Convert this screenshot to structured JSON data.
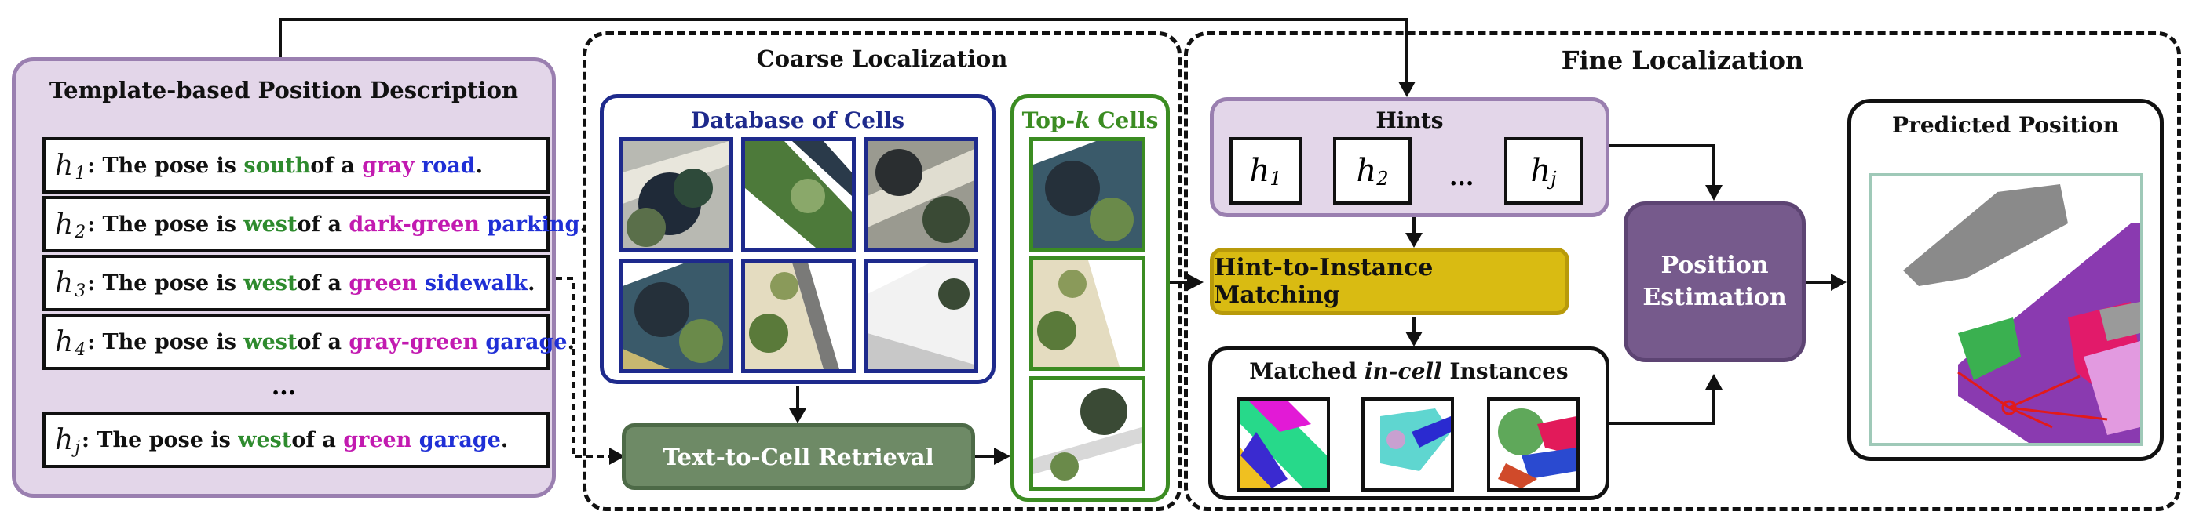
{
  "description": {
    "title": "Template-based Position Description",
    "rows": [
      {
        "var": "h",
        "sub": "1",
        "prefix": ": The pose is ",
        "direction": "south",
        "mid": " of a ",
        "color": "gray",
        "object": "road",
        "end": "."
      },
      {
        "var": "h",
        "sub": "2",
        "prefix": ": The pose is ",
        "direction": "west",
        "mid": " of a ",
        "color": "dark-green",
        "object": "parking",
        "end": "."
      },
      {
        "var": "h",
        "sub": "3",
        "prefix": ": The pose is ",
        "direction": "west",
        "mid": " of a ",
        "color": "green",
        "object": "sidewalk",
        "end": "."
      },
      {
        "var": "h",
        "sub": "4",
        "prefix": ": The pose is ",
        "direction": "west",
        "mid": " of a ",
        "color": "gray-green",
        "object": "garage",
        "end": "."
      },
      {
        "var": "h",
        "sub": "j",
        "prefix": ": The pose is ",
        "direction": "west",
        "mid": " of a ",
        "color": "green",
        "object": "garage",
        "end": "."
      }
    ],
    "ellipsis": "...",
    "colors": {
      "direction": "#2e8b2e",
      "color_word": "#c21ab0",
      "object": "#1f2fd6",
      "text": "#111111"
    }
  },
  "coarse": {
    "title": "Coarse Localization",
    "database_title": "Database of Cells",
    "topk_title_prefix": "Top-",
    "topk_title_k": "k",
    "topk_title_suffix": " Cells",
    "retrieval_label": "Text-to-Cell Retrieval"
  },
  "fine": {
    "title": "Fine Localization",
    "hints_title": "Hints",
    "hints": [
      {
        "var": "h",
        "sub": "1"
      },
      {
        "var": "h",
        "sub": "2"
      },
      {
        "var": "h",
        "sub": "j"
      }
    ],
    "hints_ellipsis": "...",
    "matching_label": "Hint-to-Instance Matching",
    "matched_title_prefix": "Matched ",
    "matched_title_em": "in-cell",
    "matched_title_suffix": " Instances",
    "pose_line1": "Position",
    "pose_line2": "Estimation",
    "predicted_title": "Predicted Position"
  },
  "colors": {
    "desc_fill": "#e3d6e9",
    "desc_border": "#9a7fb0",
    "database_border": "#1e2a8c",
    "topk_border": "#3b8c22",
    "retrieval_fill": "#6e8a66",
    "matching_fill": "#d9bb12",
    "pose_fill": "#765a8c"
  }
}
